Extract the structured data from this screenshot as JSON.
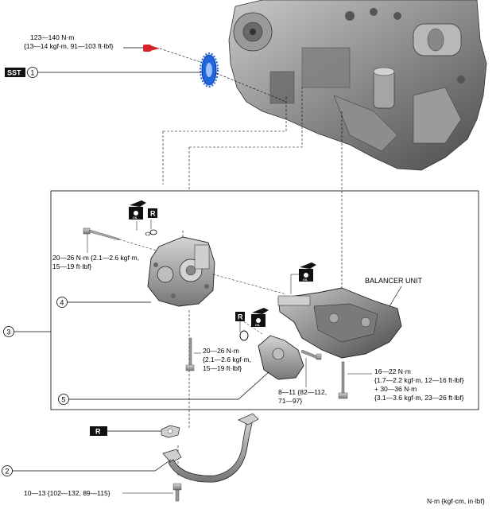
{
  "torque": {
    "t1": {
      "line1": "123—140 N·m",
      "line2": "{13—14 kgf·m, 91—103 ft·lbf}"
    },
    "t2": {
      "line1": "20—26 N·m {2.1—2.6 kgf·m,",
      "line2": "15—19 ft·lbf}"
    },
    "t3": {
      "line1": "20—26 N·m",
      "line2": "{2.1—2.6 kgf·m,",
      "line3": "15—19 ft·lbf}"
    },
    "t4": {
      "line1": "8—11 {82—112,",
      "line2": "71—97}"
    },
    "t5": {
      "line1": "16—22 N·m",
      "line2": "{1.7—2.2 kgf·m, 12—16 ft·lbf}",
      "line3": "+ 30—36 N·m",
      "line4": "{3.1—3.6 kgf·m, 23—26 ft·lbf}"
    },
    "t6": {
      "line1": "10—13 {102—132, 89—115}"
    }
  },
  "labels": {
    "sst": "SST",
    "balancer_unit": "BALANCER UNIT",
    "replace_badge": "R",
    "oil_badge": "OIL",
    "units": "N·m {kgf·cm, in·lbf}"
  },
  "callouts": [
    "1",
    "2",
    "3",
    "4",
    "5"
  ],
  "colors": {
    "bolt_red": "#d8232a",
    "sprocket_blue": "#2266dd",
    "badge_black": "#111111"
  }
}
